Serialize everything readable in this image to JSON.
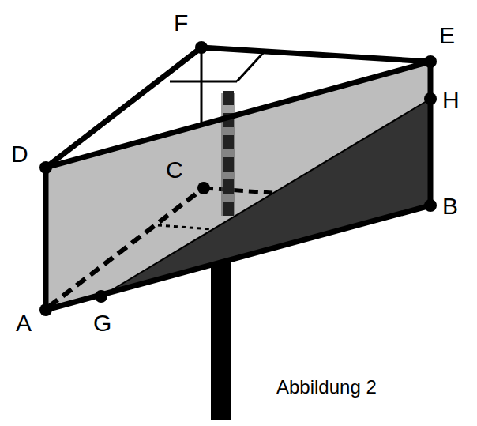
{
  "diagram": {
    "caption": "Abbildung 2",
    "labels": [
      "F",
      "E",
      "H",
      "D",
      "C",
      "B",
      "A",
      "G"
    ]
  }
}
